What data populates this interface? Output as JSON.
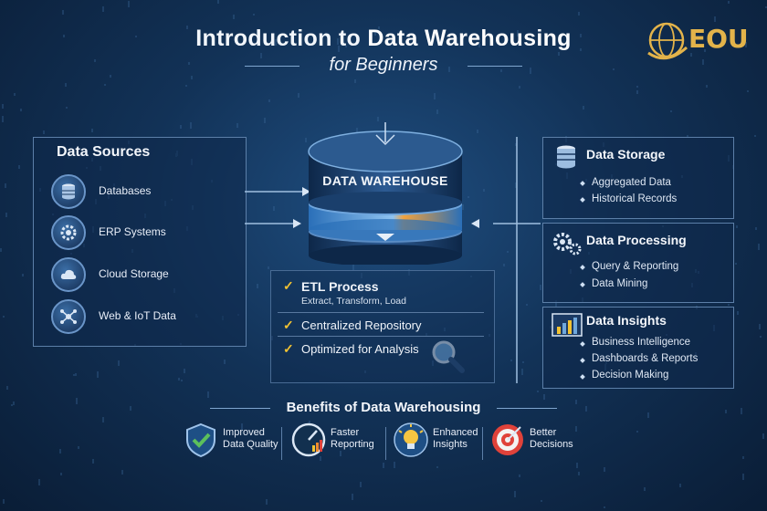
{
  "header": {
    "title_pre": "Introduction to",
    "title_hl": "Data Warehousing",
    "subtitle": "for Beginners",
    "logo_text": "EOU"
  },
  "warehouse": {
    "label": "DATA WAREHOUSE"
  },
  "sources": {
    "title": "Data Sources",
    "items": [
      {
        "label": "Databases",
        "icon": "database-icon"
      },
      {
        "label": "ERP Systems",
        "icon": "erp-icon"
      },
      {
        "label": "Cloud Storage",
        "icon": "cloud-icon"
      },
      {
        "label": "Web & IoT Data",
        "icon": "network-icon"
      }
    ]
  },
  "center": {
    "etl_title": "ETL Process",
    "etl_sub": "Extract, Transform, Load",
    "repo": "Centralized Repository",
    "optimized": "Optimized for Analysis"
  },
  "right": {
    "storage": {
      "title": "Data Storage",
      "items": [
        "Aggregated Data",
        "Historical Records"
      ]
    },
    "processing": {
      "title": "Data Processing",
      "items": [
        "Query & Reporting",
        "Data Mining"
      ]
    },
    "insights": {
      "title": "Data Insights",
      "items": [
        "Business Intelligence",
        "Dashboards & Reports",
        "Decision Making"
      ]
    }
  },
  "benefits": {
    "title": "Benefits of Data Warehousing",
    "items": [
      {
        "line1": "Improved",
        "line2": "Data Quality",
        "icon": "shield-check-icon"
      },
      {
        "line1": "Faster",
        "line2": "Reporting",
        "icon": "speedometer-icon"
      },
      {
        "line1": "Enhanced",
        "line2": "Insights",
        "icon": "lightbulb-icon"
      },
      {
        "line1": "Better",
        "line2": "Decisions",
        "icon": "target-icon"
      }
    ]
  },
  "colors": {
    "accent": "#f1c232",
    "panel_border": "#5c7fa8",
    "background": "#123257"
  }
}
